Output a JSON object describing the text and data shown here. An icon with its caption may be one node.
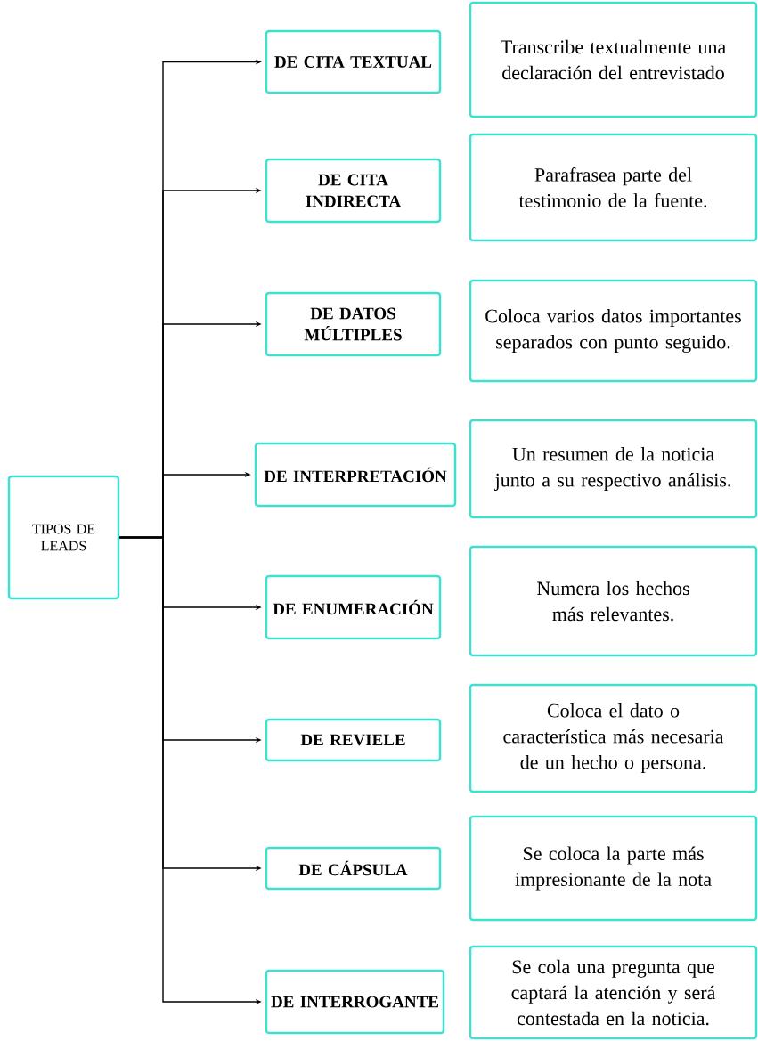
{
  "diagram": {
    "nodes": [
      {
        "text": [
          "TIPOS DE LEADS"
        ]
      },
      {
        "text": [
          "DE CITA TEXTUAL"
        ]
      },
      {
        "text": [
          "DE CITA INDIRECTA"
        ]
      },
      {
        "text": [
          "DE DATOS MÚLTIPLES"
        ]
      },
      {
        "text": [
          "DE INTERPRETACIÓN"
        ]
      },
      {
        "text": [
          "DE ENUMERACIÓN"
        ]
      },
      {
        "text": [
          "DE REVIELE"
        ]
      },
      {
        "text": [
          "DE CÁPSULA"
        ]
      },
      {
        "text": [
          "DE INTERROGANTE"
        ]
      },
      {
        "text": [
          "Transcribe textualmente una declaración del entrevistado"
        ]
      },
      {
        "text": [
          "Parafrasea parte del testimonio de la fuente."
        ]
      },
      {
        "text": [
          "Coloca varios datos importantes separados con punto seguido."
        ]
      },
      {
        "text": [
          "Un resumen de la noticia junto a su respectivo análisis."
        ]
      },
      {
        "text": [
          "Numera los hechos más relevantes."
        ]
      },
      {
        "text": [
          "Coloca el dato o característica más necesaria de un hecho o persona."
        ]
      },
      {
        "text": [
          "Se coloca la parte más impresionante de la nota"
        ]
      },
      {
        "text": [
          "Se cola una pregunta que captará la atención y será contestada en la noticia."
        ]
      }
    ],
    "edges": [
      {
        "from": 0,
        "to": 1,
        "arrow": "to"
      },
      {
        "from": 0,
        "to": 2,
        "arrow": "to"
      },
      {
        "from": 0,
        "to": 3,
        "arrow": "to"
      },
      {
        "from": 0,
        "to": 4,
        "arrow": "to"
      },
      {
        "from": 0,
        "to": 5,
        "arrow": "to"
      },
      {
        "from": 0,
        "to": 6,
        "arrow": "to"
      },
      {
        "from": 0,
        "to": 7,
        "arrow": "to"
      },
      {
        "from": 0,
        "to": 8,
        "arrow": "to"
      }
    ]
  }
}
